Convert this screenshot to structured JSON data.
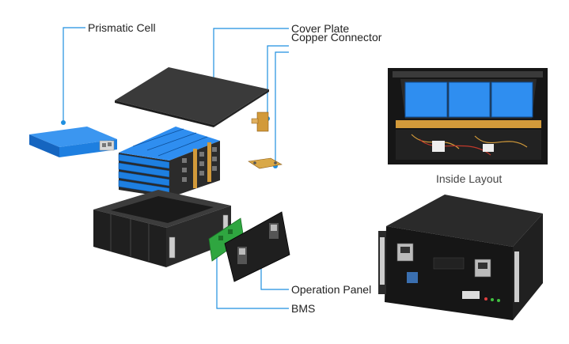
{
  "labels": {
    "prismatic_cell": "Prismatic Cell",
    "cover_plate": "Cover Plate",
    "copper_connector": "Copper Connector",
    "inside_layout": "Inside Layout",
    "operation_panel": "Operation Panel",
    "bms": "BMS"
  },
  "colors": {
    "cell_blue": "#1e7fe0",
    "leader_line": "#1f8fe0",
    "pcb_green": "#2fa640",
    "housing_black": "#1a1a1a",
    "cover_dark": "#333333",
    "copper": "#d29a3a"
  }
}
